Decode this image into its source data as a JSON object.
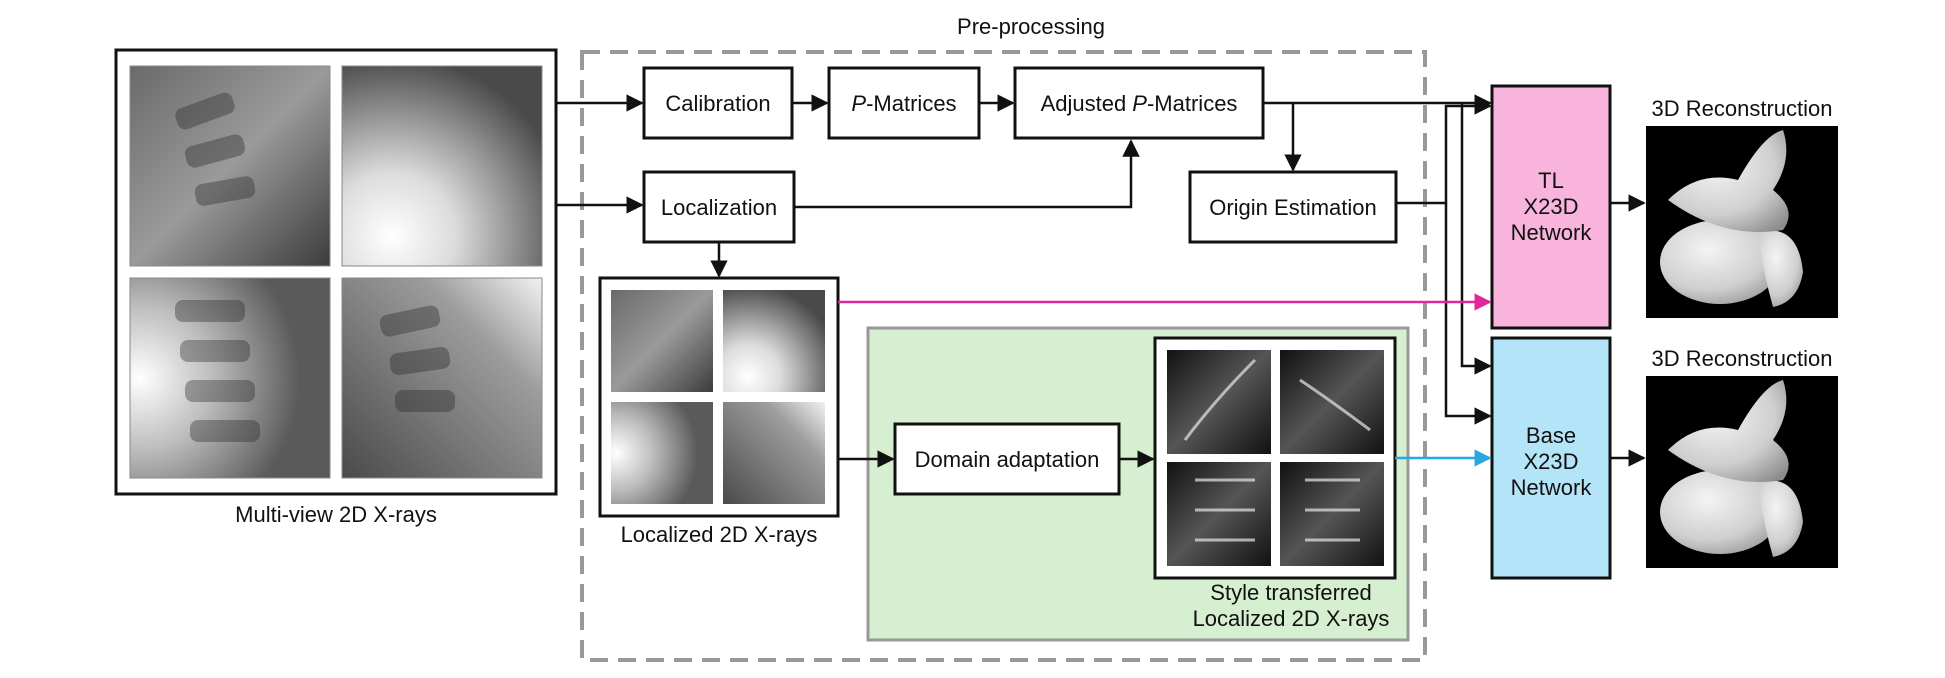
{
  "title": "Pre-processing",
  "input": {
    "caption": "Multi-view 2D X-rays"
  },
  "nodes": {
    "calibration": "Calibration",
    "p_matrices_italic": "P",
    "p_matrices_rest": "-Matrices",
    "adjusted_prefix": "Adjusted ",
    "adjusted_italic": "P",
    "adjusted_rest": "-Matrices",
    "localization": "Localization",
    "origin_estimation": "Origin Estimation",
    "domain_adaptation": "Domain adaptation"
  },
  "localized": {
    "caption": "Localized 2D X-rays"
  },
  "style_transferred": {
    "caption_line1": "Style transferred",
    "caption_line2": "Localized 2D X-rays"
  },
  "networks": {
    "tl": [
      "TL",
      "X23D",
      "Network"
    ],
    "base": [
      "Base",
      "X23D",
      "Network"
    ]
  },
  "outputs": {
    "top_label": "3D Reconstruction",
    "bottom_label": "3D Reconstruction"
  },
  "colors": {
    "tl_network": "#f8b4dc",
    "base_network": "#b3e4f7",
    "domain_box": "#d5efd0",
    "dashed_border": "#999999",
    "pink_arrow": "#e0289a",
    "blue_arrow": "#2aa7e0"
  }
}
